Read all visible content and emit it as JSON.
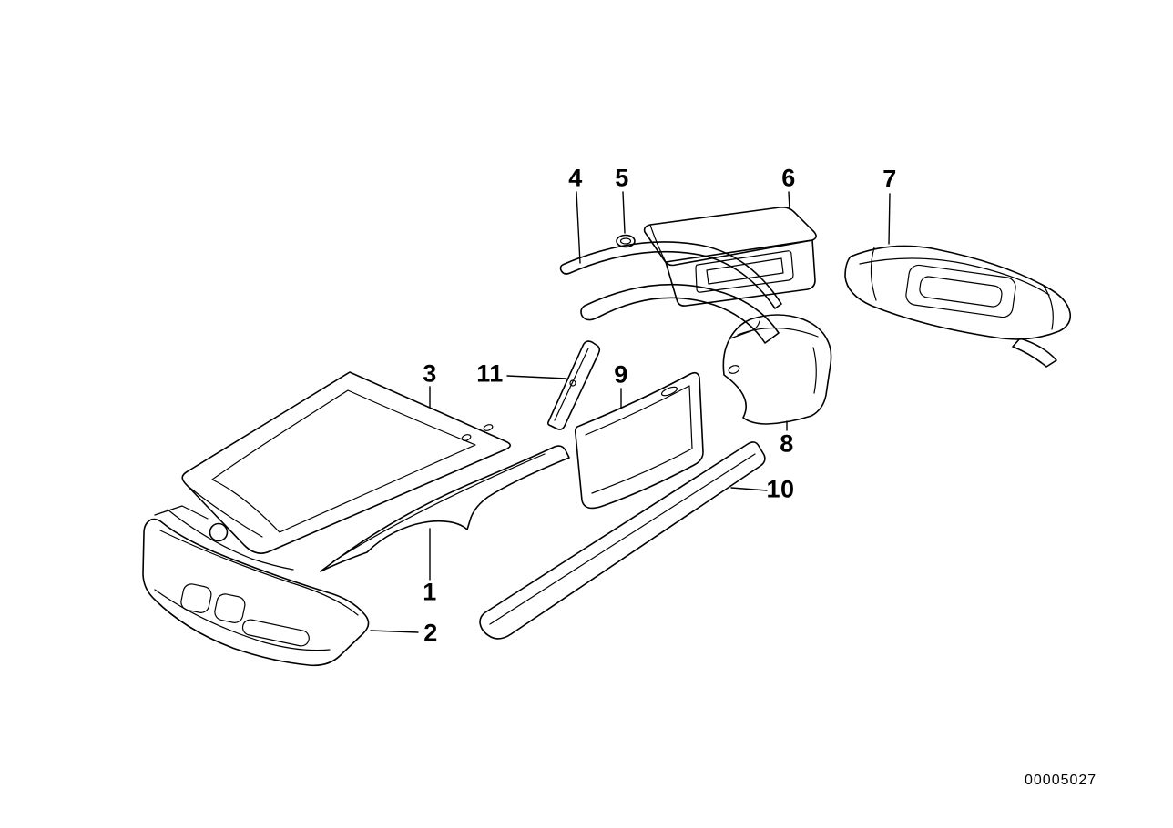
{
  "colors": {
    "ink": "#000000",
    "background": "#ffffff"
  },
  "diagram": {
    "id": "00005027",
    "kind": "exploded-parts-line-drawing",
    "subject": "car-body-outer-panels",
    "callouts": [
      {
        "label": "1",
        "target": "front-fender"
      },
      {
        "label": "2",
        "target": "front-bumper"
      },
      {
        "label": "3",
        "target": "hood"
      },
      {
        "label": "4",
        "target": "roof-trim-strip"
      },
      {
        "label": "5",
        "target": "grommet"
      },
      {
        "label": "6",
        "target": "trunk-lid"
      },
      {
        "label": "7",
        "target": "rear-bumper"
      },
      {
        "label": "8",
        "target": "rear-quarter-panel"
      },
      {
        "label": "9",
        "target": "door"
      },
      {
        "label": "10",
        "target": "rocker-panel-side-skirt"
      },
      {
        "label": "11",
        "target": "b-pillar-trim"
      }
    ]
  }
}
